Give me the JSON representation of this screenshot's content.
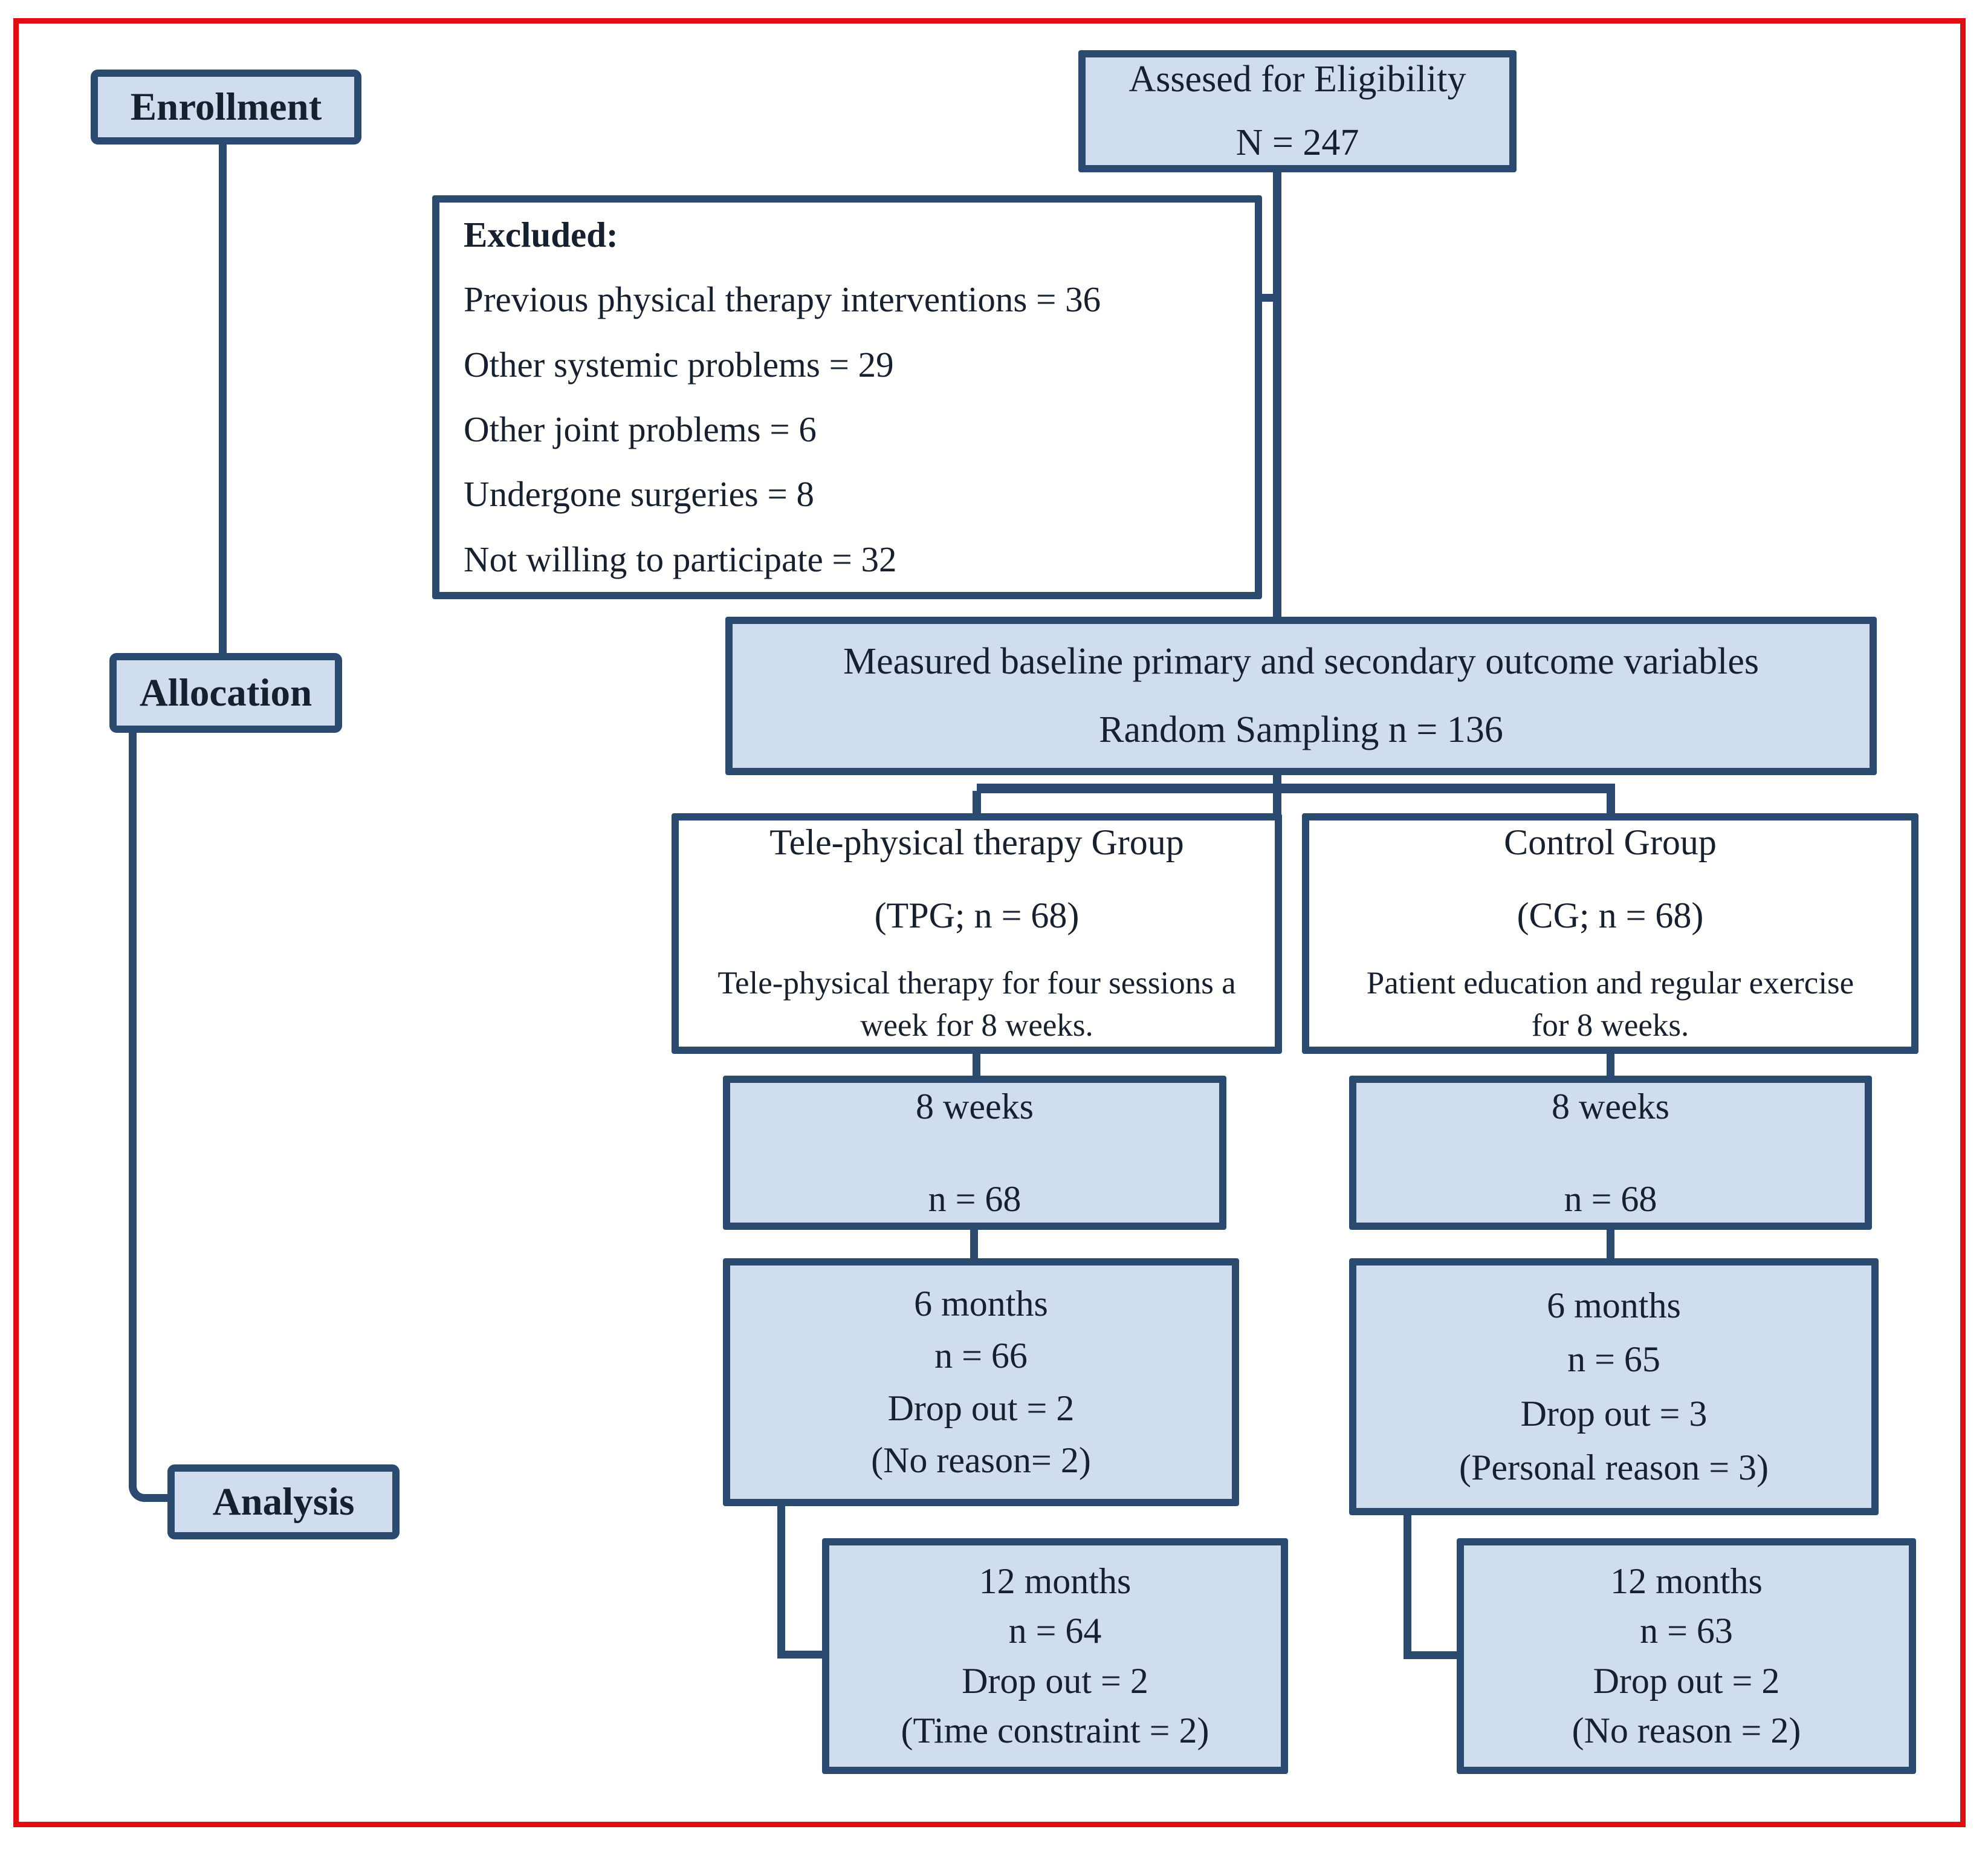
{
  "colors": {
    "navy": "#2a4a70",
    "box_fill": "#cfddee",
    "box_white": "#fffffe",
    "frame_red": "#e00d12",
    "text": "#17202f"
  },
  "stage_labels": {
    "enrollment": "Enrollment",
    "allocation": "Allocation",
    "analysis": "Analysis"
  },
  "boxes": {
    "assessed": {
      "line1": "Assesed for Eligibility",
      "line2": "N = 247"
    },
    "excluded": {
      "title": "Excluded:",
      "items": [
        "Previous physical therapy interventions = 36",
        "Other systemic problems = 29",
        "Other joint problems = 6",
        "Undergone surgeries = 8",
        "Not willing to participate = 32"
      ]
    },
    "measured": {
      "line1": "Measured baseline primary and secondary outcome variables",
      "line2": "Random Sampling n = 136"
    },
    "tpg": {
      "line1": "Tele-physical therapy Group",
      "line2": "(TPG; n = 68)",
      "desc": "Tele-physical therapy for four sessions a week for 8 weeks."
    },
    "cg": {
      "line1": "Control Group",
      "line2": "(CG; n = 68)",
      "desc": "Patient education and regular exercise for 8 weeks."
    },
    "tpg_8w": {
      "line1": "8 weeks",
      "line2": "n = 68"
    },
    "cg_8w": {
      "line1": "8 weeks",
      "line2": "n = 68"
    },
    "tpg_6m": {
      "line1": "6 months",
      "line2": "n = 66",
      "line3": "Drop out = 2",
      "line4": "(No reason= 2)"
    },
    "cg_6m": {
      "line1": "6 months",
      "line2": "n = 65",
      "line3": "Drop out = 3",
      "line4": "(Personal reason = 3)"
    },
    "tpg_12m": {
      "line1": "12 months",
      "line2": "n = 64",
      "line3": "Drop out = 2",
      "line4": "(Time constraint = 2)"
    },
    "cg_12m": {
      "line1": "12 months",
      "line2": "n = 63",
      "line3": "Drop out = 2",
      "line4": "(No reason = 2)"
    }
  }
}
